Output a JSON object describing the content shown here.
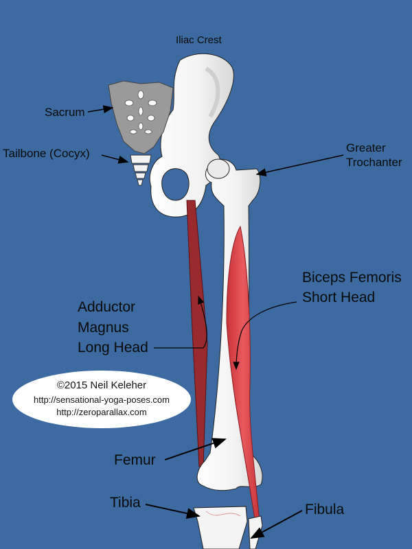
{
  "labels": {
    "iliac_crest": "Iliac Crest",
    "sacrum": "Sacrum",
    "tailbone": "Tailbone (Cocyx)",
    "greater_trochanter_line1": "Greater",
    "greater_trochanter_line2": "Trochanter",
    "biceps_femoris_line1": "Biceps Femoris",
    "biceps_femoris_line2": "Short Head",
    "adductor_line1": "Adductor",
    "adductor_line2": "Magnus",
    "adductor_line3": "Long Head",
    "femur": "Femur",
    "tibia": "Tibia",
    "fibula": "Fibula"
  },
  "credit": {
    "copyright": "©2015 Neil Keleher",
    "url1": "http://sensational-yoga-poses.com",
    "url2": "http://zeroparallax.com"
  },
  "colors": {
    "background": "#3d6aa0",
    "bone": "#f4f4f4",
    "muscle_dark": "#9a2a2e",
    "muscle_light": "#e0454a",
    "sacrum": "#8f8f8f"
  }
}
